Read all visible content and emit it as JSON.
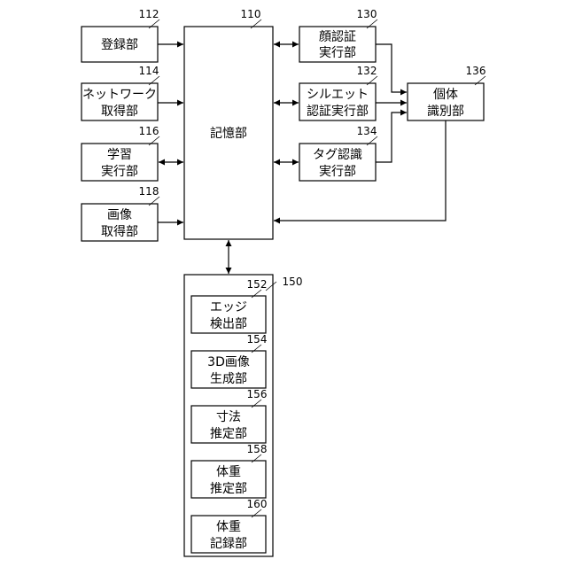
{
  "blocks": {
    "registration": {
      "ref": "112",
      "lines": [
        "登録部"
      ]
    },
    "network": {
      "ref": "114",
      "lines": [
        "ネットワーク",
        "取得部"
      ]
    },
    "learning": {
      "ref": "116",
      "lines": [
        "学習",
        "実行部"
      ]
    },
    "image_acq": {
      "ref": "118",
      "lines": [
        "画像",
        "取得部"
      ]
    },
    "storage": {
      "ref": "110",
      "lines": [
        "記憶部"
      ]
    },
    "face": {
      "ref": "130",
      "lines": [
        "顔認証",
        "実行部"
      ]
    },
    "silhouette": {
      "ref": "132",
      "lines": [
        "シルエット",
        "認証実行部"
      ]
    },
    "tag": {
      "ref": "134",
      "lines": [
        "タグ認識",
        "実行部"
      ]
    },
    "individual": {
      "ref": "136",
      "lines": [
        "個体",
        "識別部"
      ]
    },
    "group": {
      "ref": "150"
    },
    "edge": {
      "ref": "152",
      "lines": [
        "エッジ",
        "検出部"
      ]
    },
    "image3d": {
      "ref": "154",
      "lines": [
        "3D画像",
        "生成部"
      ]
    },
    "dimension": {
      "ref": "156",
      "lines": [
        "寸法",
        "推定部"
      ]
    },
    "weight_est": {
      "ref": "158",
      "lines": [
        "体重",
        "推定部"
      ]
    },
    "weight_rec": {
      "ref": "160",
      "lines": [
        "体重",
        "記録部"
      ]
    }
  }
}
